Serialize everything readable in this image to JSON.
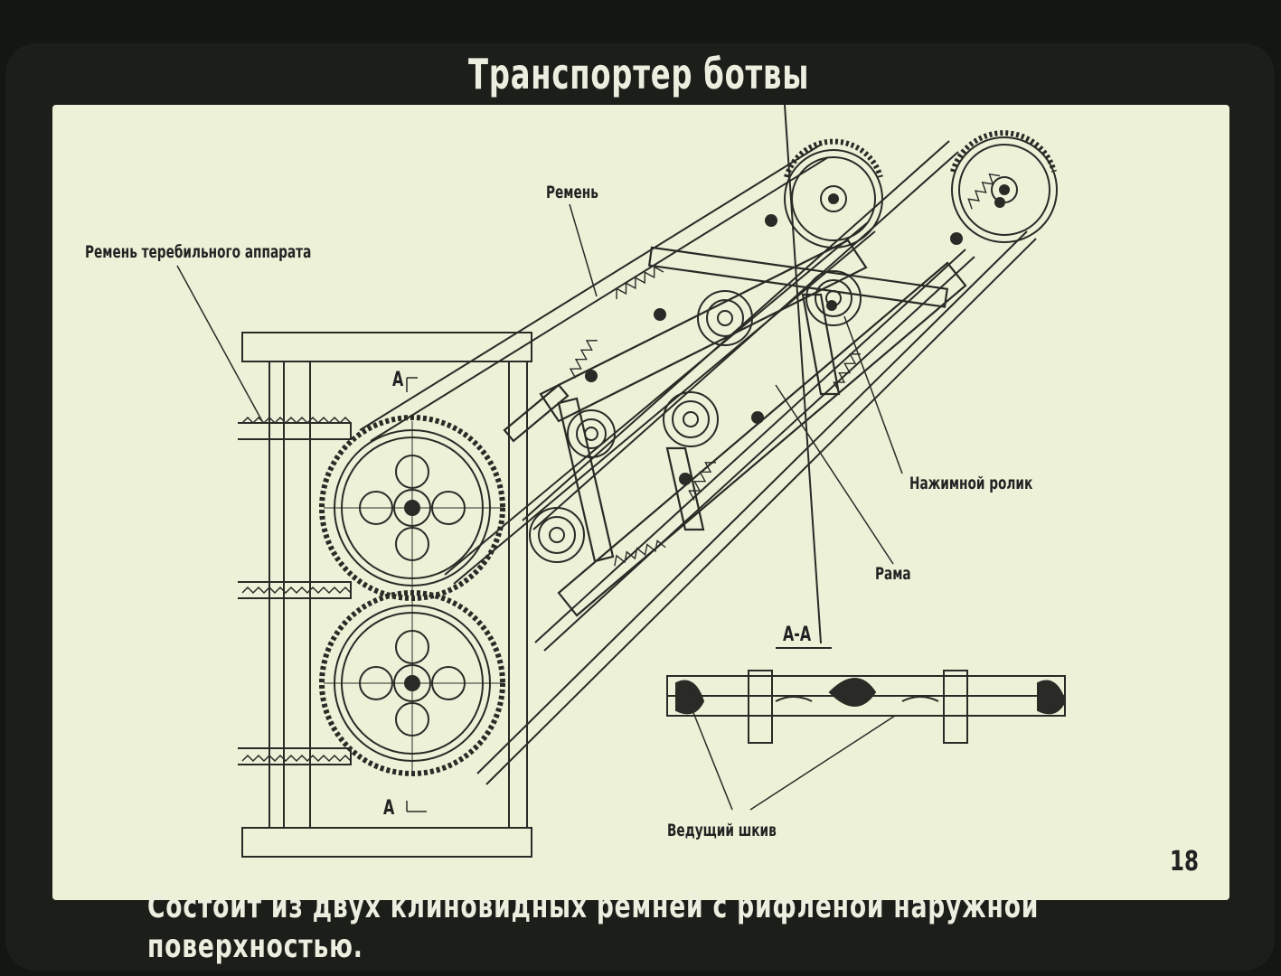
{
  "slide": {
    "title": "Транспортер ботвы",
    "page_number": "18",
    "caption": "Состоит из двух клиновидных ремней с рифленой наружной поверхностью."
  },
  "diagram": {
    "labels": {
      "belt_puller": "Ремень теребильного аппарата",
      "belt": "Ремень",
      "pressure_roller": "Нажимной ролик",
      "frame": "Рама",
      "drive_pulley": "Ведущий шкив",
      "section_title": "А-А",
      "section_mark_top": "А",
      "section_mark_bottom": "А"
    }
  },
  "colors": {
    "background": "#141612",
    "panel": "#edf1d8",
    "ink": "#2a2a26",
    "title_text": "#eceee0"
  }
}
